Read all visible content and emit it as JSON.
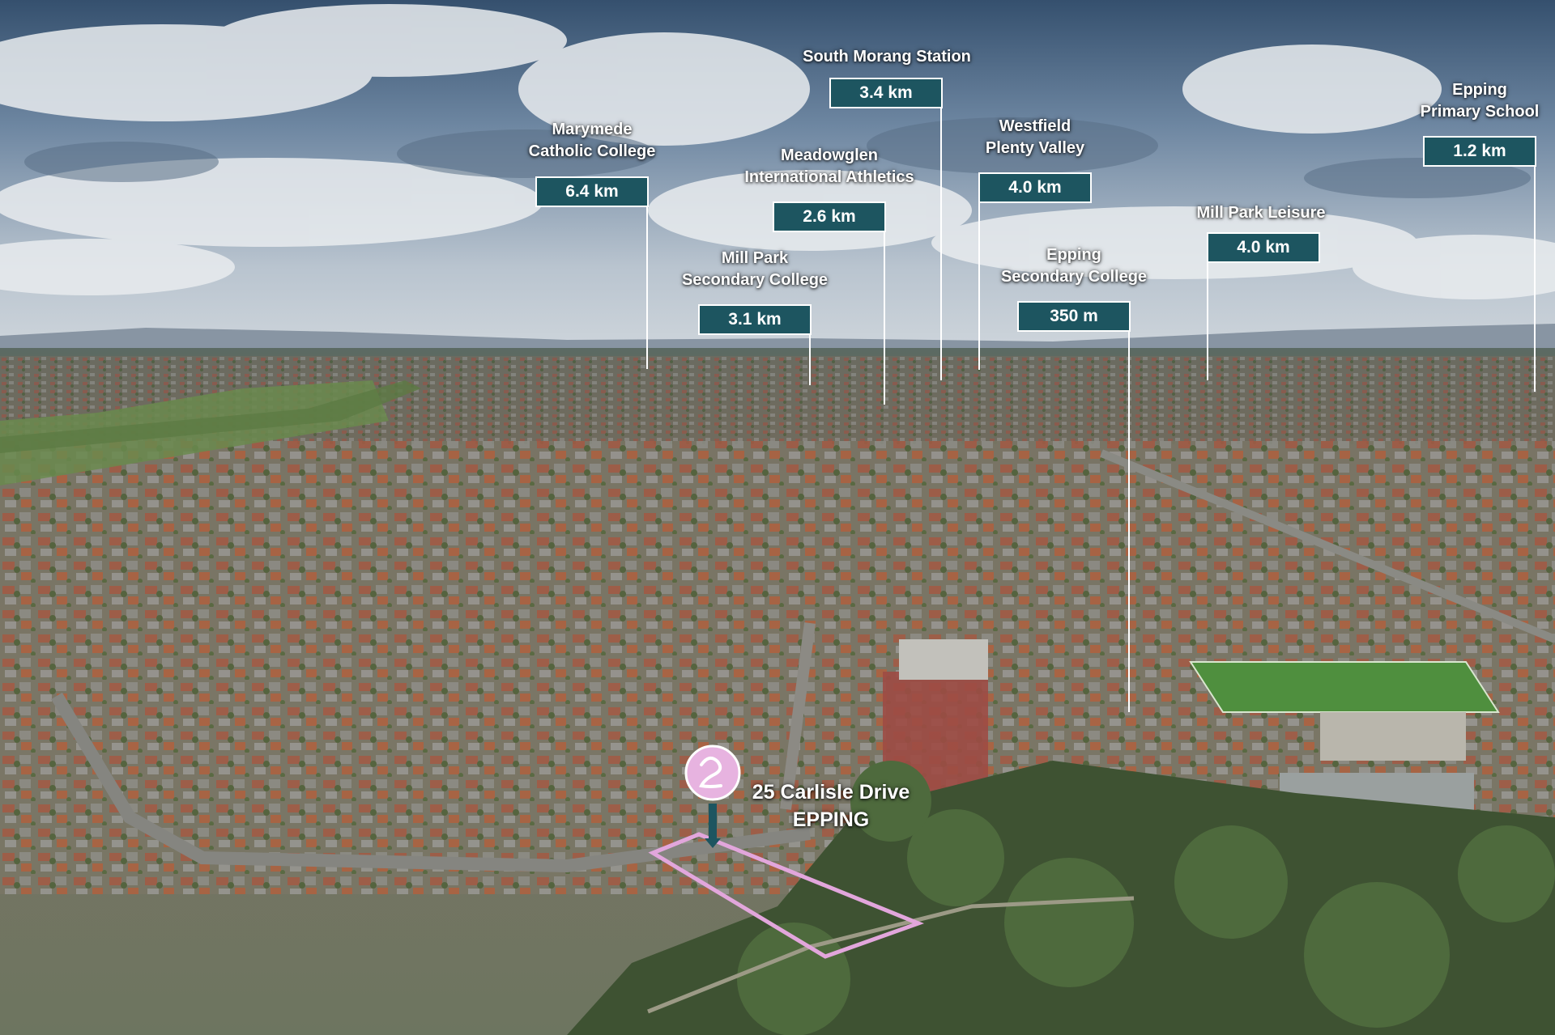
{
  "property": {
    "address_line1": "25 Carlisle Drive",
    "address_line2": "EPPING",
    "boundary_color": "#e2a6dc",
    "marker_color": "#e7b3e0",
    "marker_icon": "agency-logo-icon"
  },
  "labels": [
    {
      "id": "marymede",
      "name": [
        "Marymede",
        "Catholic College"
      ],
      "distance": "6.4 km"
    },
    {
      "id": "south-morang",
      "name": [
        "South Morang Station"
      ],
      "distance": "3.4 km"
    },
    {
      "id": "meadowglen",
      "name": [
        "Meadowglen",
        "International Athletics"
      ],
      "distance": "2.6 km"
    },
    {
      "id": "mill-park-secondary",
      "name": [
        "Mill Park",
        "Secondary College"
      ],
      "distance": "3.1 km"
    },
    {
      "id": "westfield",
      "name": [
        "Westfield",
        "Plenty Valley"
      ],
      "distance": "4.0 km"
    },
    {
      "id": "epping-secondary",
      "name": [
        "Epping",
        "Secondary College"
      ],
      "distance": "350 m"
    },
    {
      "id": "mill-park-leisure",
      "name": [
        "Mill Park Leisure"
      ],
      "distance": "4.0 km"
    },
    {
      "id": "epping-primary",
      "name": [
        "Epping",
        "Primary School"
      ],
      "distance": "1.2 km"
    }
  ],
  "colors": {
    "label_box": "#1d5560",
    "label_text": "#ffffff"
  }
}
